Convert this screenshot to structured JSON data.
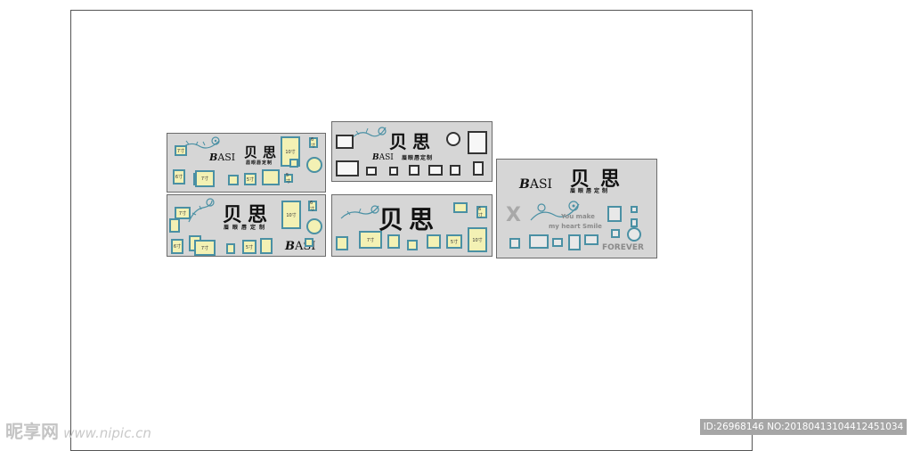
{
  "brand": {
    "chinese": "贝思",
    "latin": "ASI",
    "initial": "B"
  },
  "tagline": "眉眼唇定制",
  "size_labels": {
    "ten_inch": "10寸",
    "seven_inch": "7寸",
    "six_inch": "6寸",
    "five_inch": "5寸"
  },
  "slogan": {
    "mark": "X",
    "line1": "You make",
    "line2": "my heart Smile",
    "forever": "FOREVER"
  },
  "watermark": {
    "site_logo": "昵享网",
    "url": "www.nipic.cn",
    "id_text": "ID:26968146 NO:20180413104412451034"
  },
  "icons": [
    "flower-vine-icon",
    "camera-vine-icon"
  ],
  "colors": {
    "frame_border": "#4a90a4",
    "frame_fill": "#f3f1b4",
    "panel": "#d6d6d6",
    "dark_frame": "#333333"
  }
}
